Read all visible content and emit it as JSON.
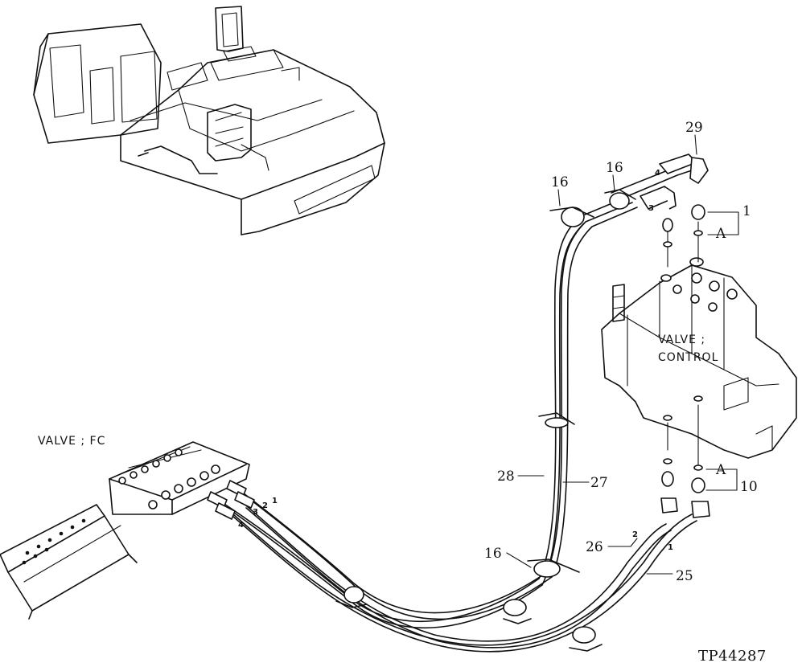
{
  "labels": {
    "valve_fc": "VALVE ; FC",
    "valve_control_line1": "VALVE ;",
    "valve_control_line2": "CONTROL",
    "part_29": "29",
    "part_16_top_left": "16",
    "part_16_top_right": "16",
    "part_1_right": "1",
    "part_A_top": "A",
    "part_A_bottom": "A",
    "part_10": "10",
    "part_28": "28",
    "part_27": "27",
    "part_26": "26",
    "part_25": "25",
    "part_16_bottom": "16",
    "hose_1": "1",
    "hose_2": "2",
    "hose_3": "3",
    "hose_4": "4",
    "hose_3_top": "3",
    "hose_4_top": "4",
    "hose_2_lower": "2",
    "hose_1_lower": "1",
    "figure_code": "TP44287"
  }
}
